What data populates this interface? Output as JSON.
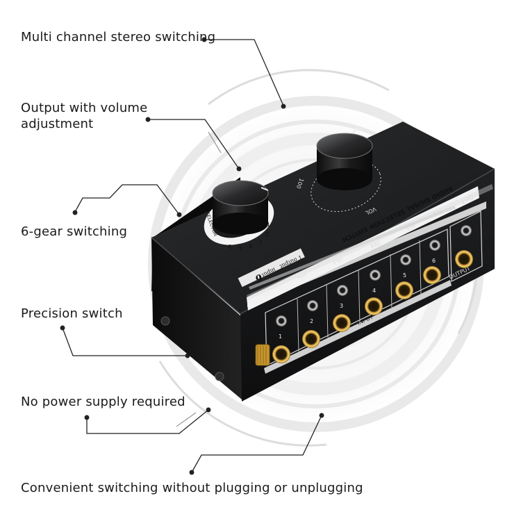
{
  "features": [
    {
      "text": "Multi channel stereo switching"
    },
    {
      "text": "Output with volume adjustment",
      "lines": [
        "Output with volume",
        "adjustment"
      ]
    },
    {
      "text": "6-gear switching"
    },
    {
      "text": "Precision switch"
    },
    {
      "text": "No power supply required"
    },
    {
      "text": "Convenient switching without plugging or unplugging"
    }
  ],
  "device": {
    "title": "AUDIO SIGNAL SELECTION SWITCH",
    "badge_number": "6",
    "badge_text_a": "input",
    "badge_text_b": "1 output",
    "inputs_top": [
      "IN1",
      "IN2",
      "IN3",
      "IN4",
      "IN5",
      "IN6"
    ],
    "out_label": "OUT",
    "input_panel_label": "INPUT",
    "output_panel_label": "OUTPUT",
    "jack_numbers": [
      "1",
      "2",
      "3",
      "4",
      "5",
      "6"
    ],
    "vol_label": "VOL",
    "vol_max": "100",
    "selector_label": "SELECTOR",
    "dial_numbers": [
      "1",
      "2",
      "3",
      "4",
      "5",
      "6"
    ]
  }
}
